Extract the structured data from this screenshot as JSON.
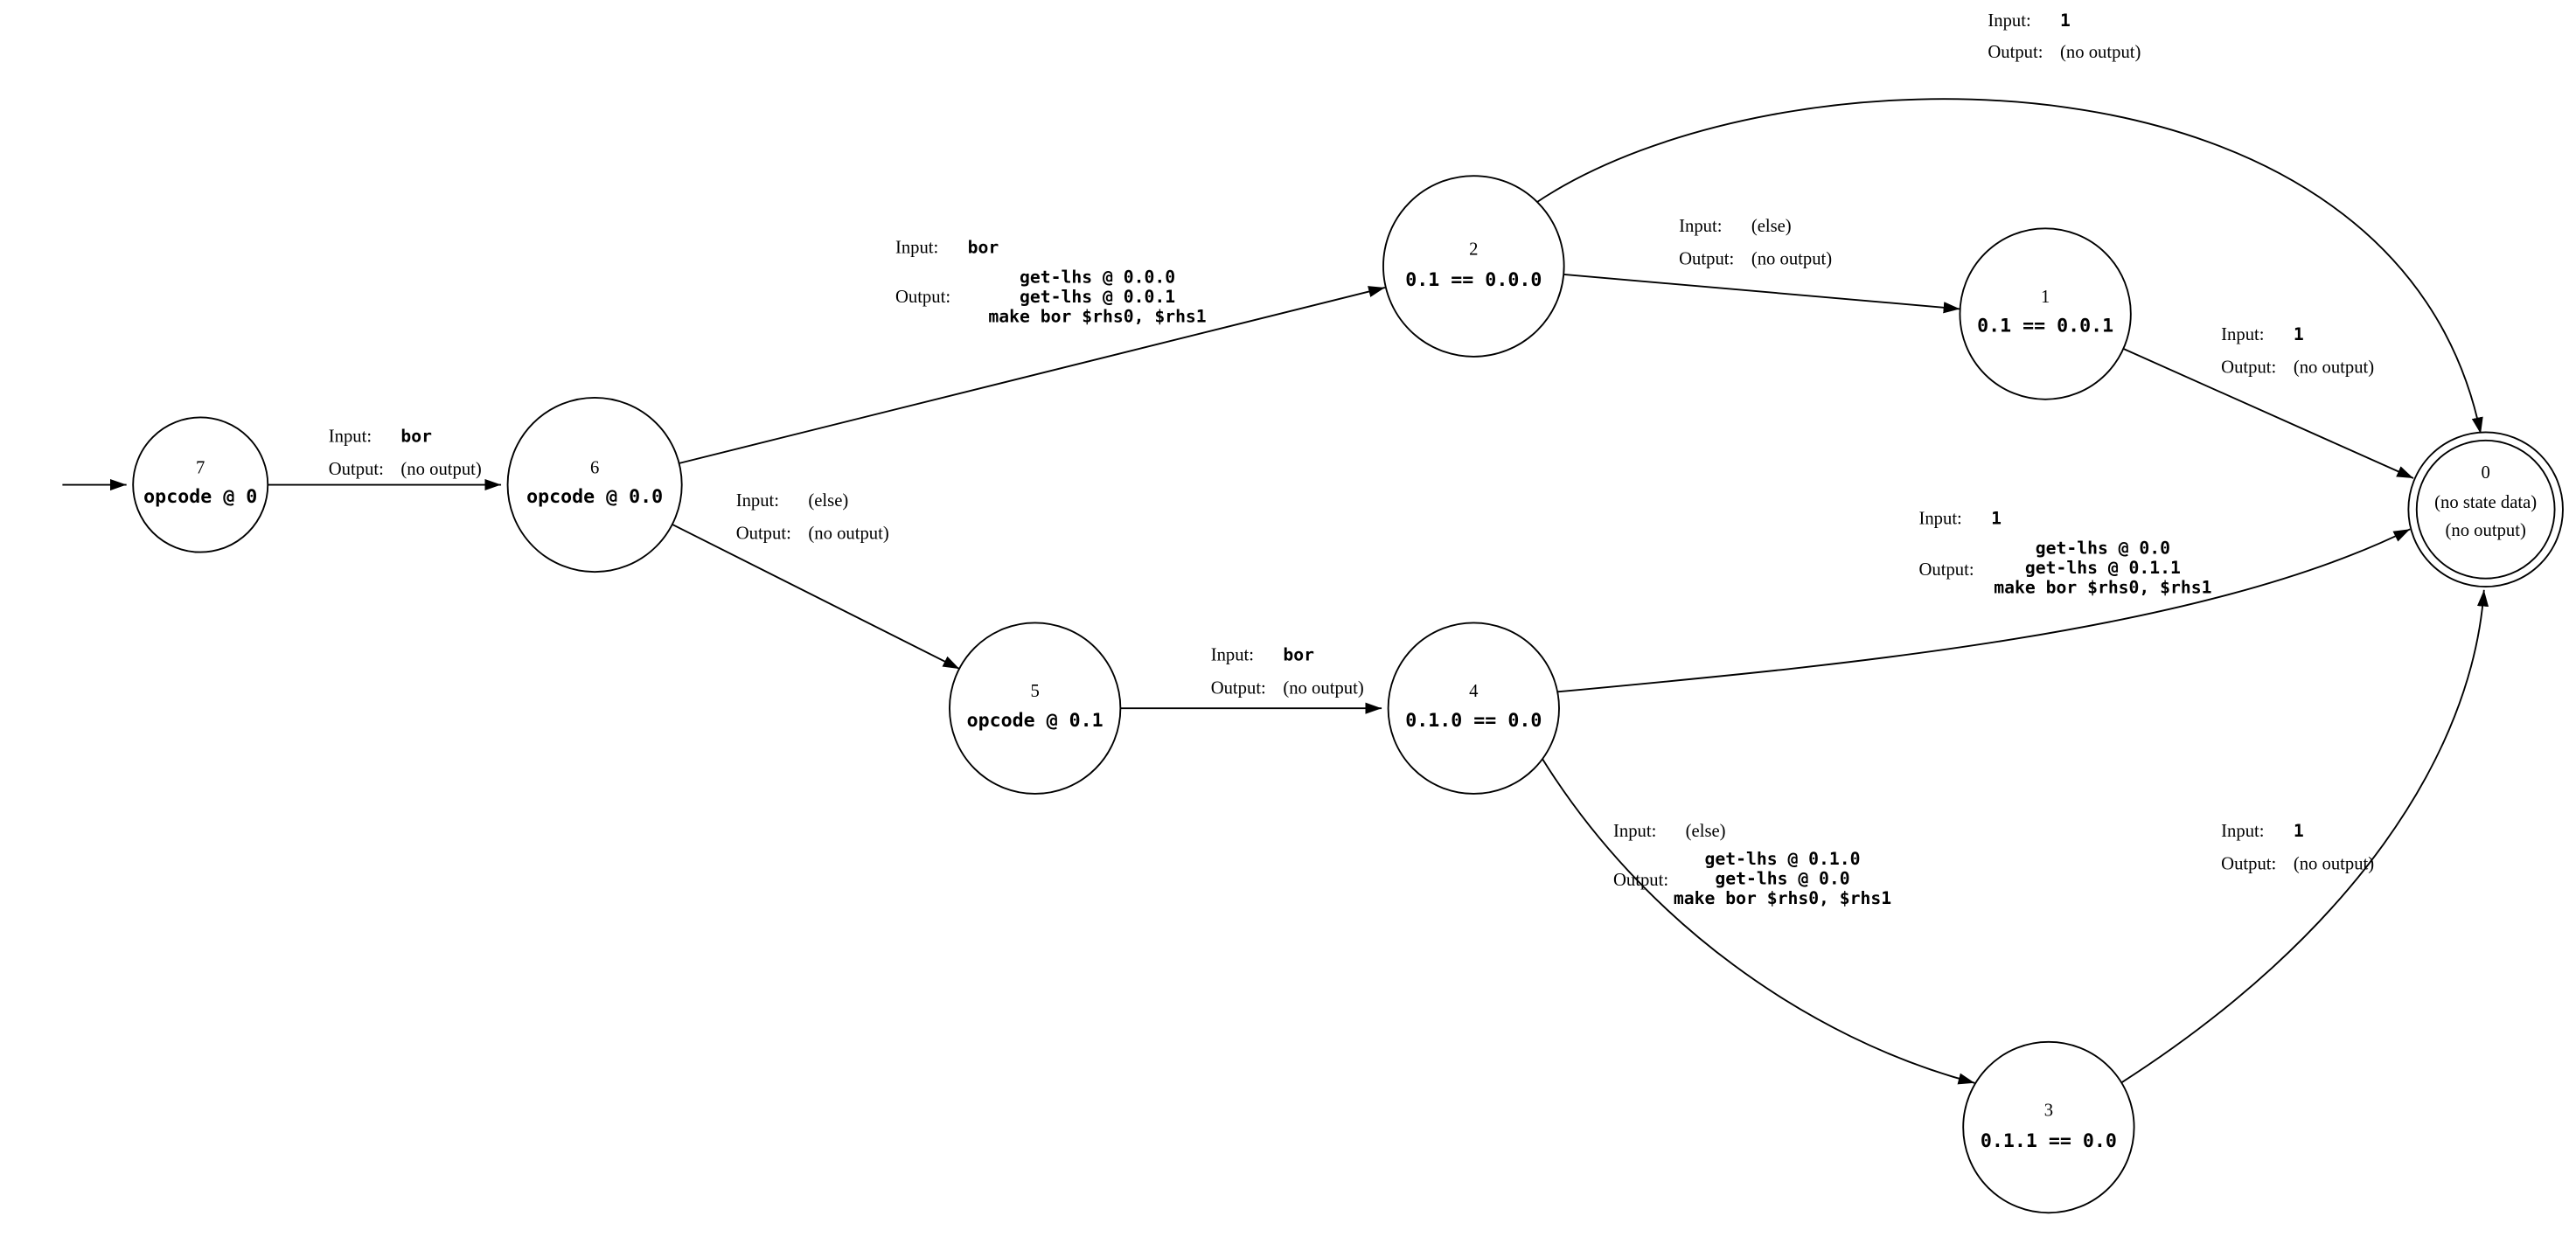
{
  "diagram_type": "finite-state-machine",
  "labels": {
    "input": "Input:",
    "output": "Output:"
  },
  "states": [
    {
      "id": "0",
      "line1": "(no state data)",
      "line2": "(no output)",
      "accepting": true
    },
    {
      "id": "1",
      "label": "0.1 == 0.0.1"
    },
    {
      "id": "2",
      "label": "0.1 == 0.0.0"
    },
    {
      "id": "3",
      "label": "0.1.1 == 0.0"
    },
    {
      "id": "4",
      "label": "0.1.0 == 0.0"
    },
    {
      "id": "5",
      "label": "opcode @ 0.1"
    },
    {
      "id": "6",
      "label": "opcode @ 0.0"
    },
    {
      "id": "7",
      "label": "opcode @ 0"
    }
  ],
  "edges": [
    {
      "from": "7",
      "to": "6",
      "input": "bor",
      "output": "(no output)"
    },
    {
      "from": "6",
      "to": "2",
      "input": "bor",
      "output_lines": [
        "get-lhs @ 0.0.0",
        "get-lhs @ 0.0.1",
        "make bor $rhs0, $rhs1"
      ]
    },
    {
      "from": "6",
      "to": "5",
      "input": "(else)",
      "output": "(no output)"
    },
    {
      "from": "2",
      "to": "1",
      "input": "(else)",
      "output": "(no output)"
    },
    {
      "from": "2",
      "to": "0",
      "input": "1",
      "output": "(no output)"
    },
    {
      "from": "1",
      "to": "0",
      "input": "1",
      "output": "(no output)"
    },
    {
      "from": "5",
      "to": "4",
      "input": "bor",
      "output": "(no output)"
    },
    {
      "from": "4",
      "to": "0",
      "input": "1",
      "output_lines": [
        "get-lhs @ 0.0",
        "get-lhs @ 0.1.1",
        "make bor $rhs0, $rhs1"
      ]
    },
    {
      "from": "4",
      "to": "3",
      "input": "(else)",
      "output_lines": [
        "get-lhs @ 0.1.0",
        "get-lhs @ 0.0",
        "make bor $rhs0, $rhs1"
      ]
    },
    {
      "from": "3",
      "to": "0",
      "input": "1",
      "output": "(no output)"
    }
  ]
}
